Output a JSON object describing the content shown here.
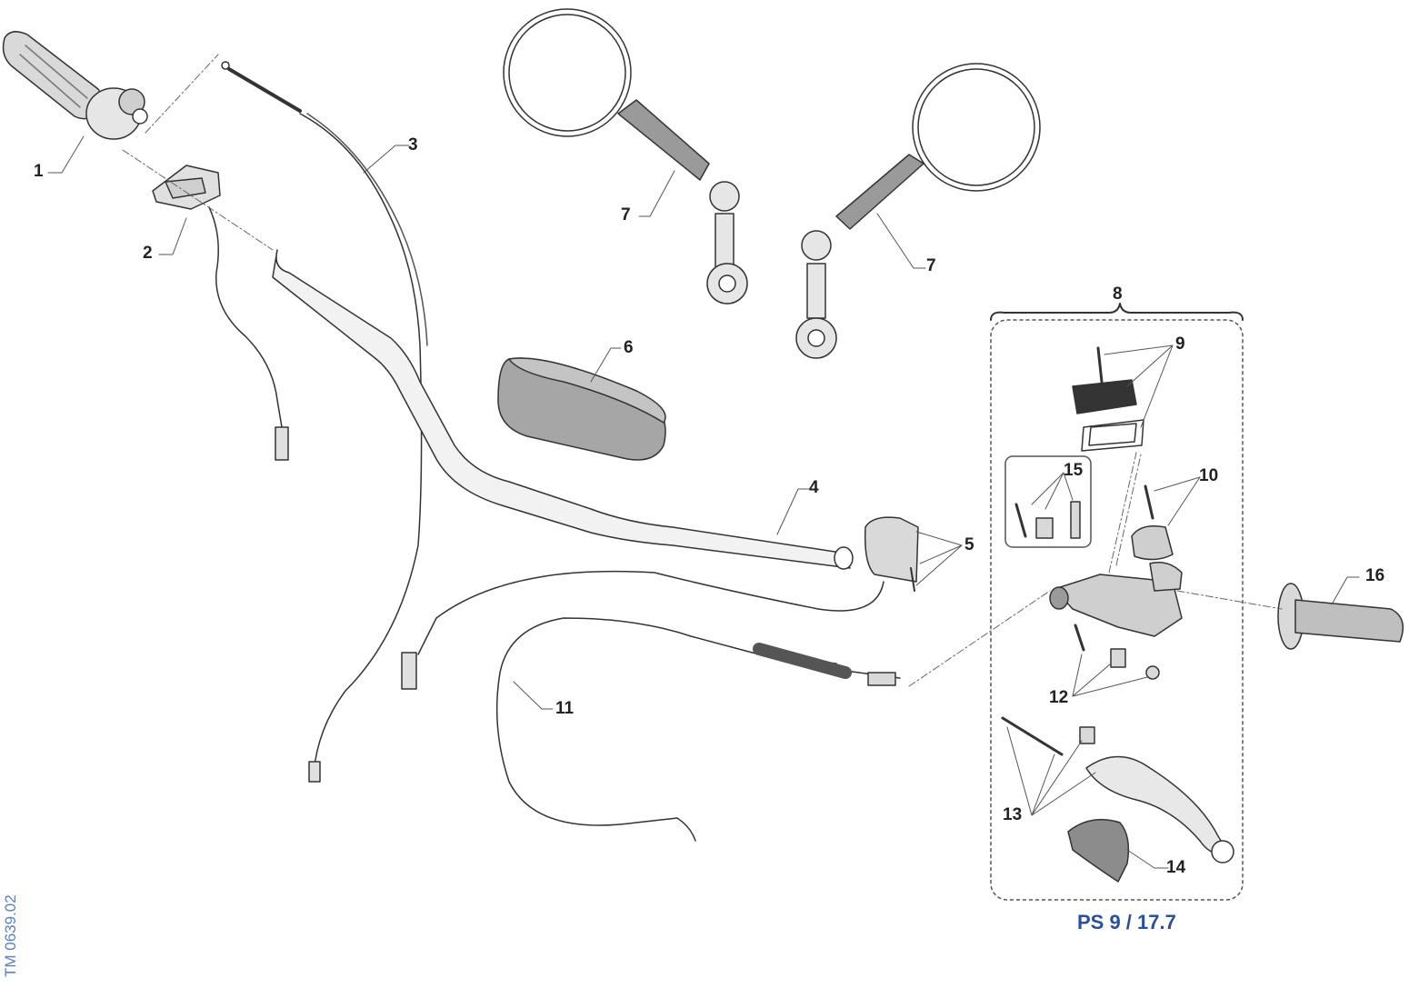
{
  "callouts": {
    "c1": "1",
    "c2": "2",
    "c3": "3",
    "c4": "4",
    "c5": "5",
    "c6": "6",
    "c7a": "7",
    "c7b": "7",
    "c8": "8",
    "c9": "9",
    "c10": "10",
    "c11": "11",
    "c12": "12",
    "c13": "13",
    "c14": "14",
    "c15": "15",
    "c16": "16"
  },
  "reference": "PS 9 / 17.7",
  "drawing_code": "TM 0639.02",
  "colors": {
    "line": "#333333",
    "part_fill": "#d9d9d9",
    "dark_fill": "#8c8c8c",
    "ref_blue": "#2a4f9e",
    "code_blue": "#5b7fc4"
  }
}
